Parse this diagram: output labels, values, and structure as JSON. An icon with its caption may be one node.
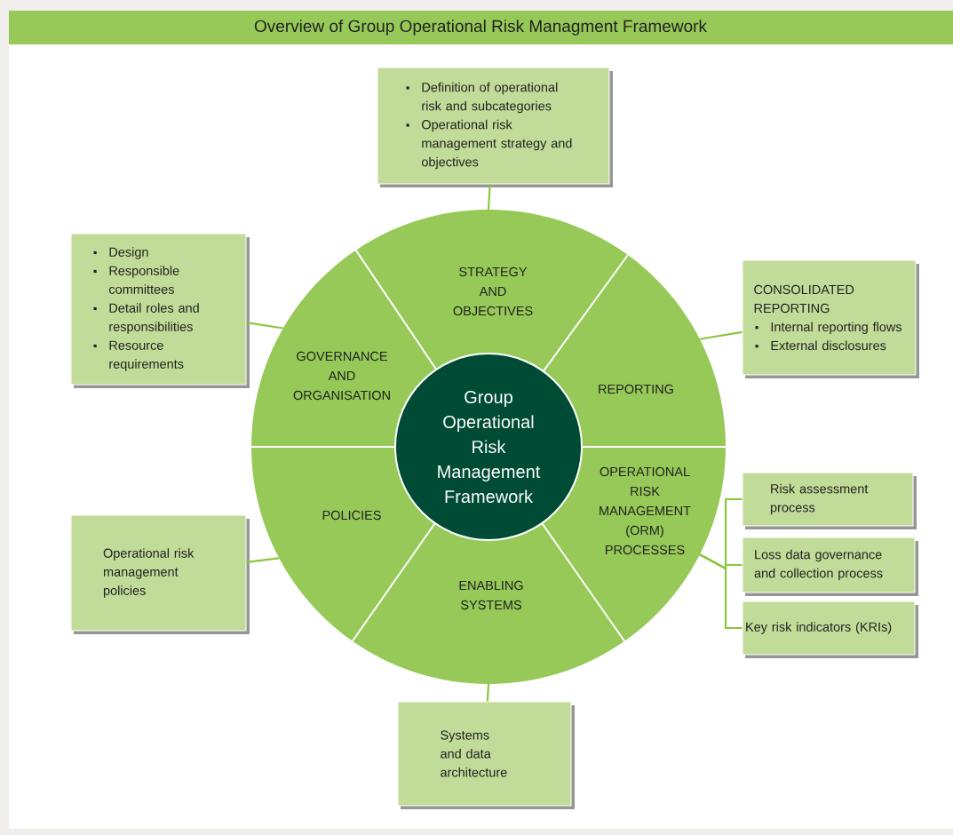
{
  "diagram": {
    "title": "Overview of Group Operational Risk Managment Framework",
    "nodes": [
      {
        "text": [
          "Definition of operational risk and subcategories",
          "Operational risk management strategy and objectives"
        ]
      },
      {
        "text": [
          "Design",
          "Responsible committees",
          "Detail roles and responsibilities",
          "Resource requirements"
        ]
      },
      {
        "text": [
          "CONSOLIDATED REPORTING",
          "Internal reporting flows",
          "External disclosures"
        ]
      },
      {
        "text": [
          "STRATEGY AND OBJECTIVES"
        ]
      },
      {
        "text": [
          "GOVERNANCE AND ORGANISATION"
        ]
      },
      {
        "text": [
          "REPORTING"
        ]
      },
      {
        "text": [
          "Group Operational Risk Management Framework"
        ]
      },
      {
        "text": [
          "POLICIES"
        ]
      },
      {
        "text": [
          "OPERATIONAL RISK MANAGEMENT (ORM) PROCESSES"
        ]
      },
      {
        "text": [
          "ENABLING SYSTEMS"
        ]
      },
      {
        "text": [
          "Risk assessment process"
        ]
      },
      {
        "text": [
          "Operational risk management policies"
        ]
      },
      {
        "text": [
          "Loss data governance and collection process"
        ]
      },
      {
        "text": [
          "Key risk indicators (KRIs)"
        ]
      },
      {
        "text": [
          "Systems and data architecture"
        ]
      }
    ],
    "edges": [
      {
        "from": 0,
        "to": 3,
        "arrow": "none"
      },
      {
        "from": 1,
        "to": 4,
        "arrow": "none"
      },
      {
        "from": 2,
        "to": 5,
        "arrow": "none"
      },
      {
        "from": 11,
        "to": 7,
        "arrow": "none"
      },
      {
        "from": 8,
        "to": 10,
        "arrow": "none"
      },
      {
        "from": 8,
        "to": 12,
        "arrow": "none"
      },
      {
        "from": 8,
        "to": 13,
        "arrow": "none"
      },
      {
        "from": 14,
        "to": 9,
        "arrow": "none"
      }
    ]
  }
}
